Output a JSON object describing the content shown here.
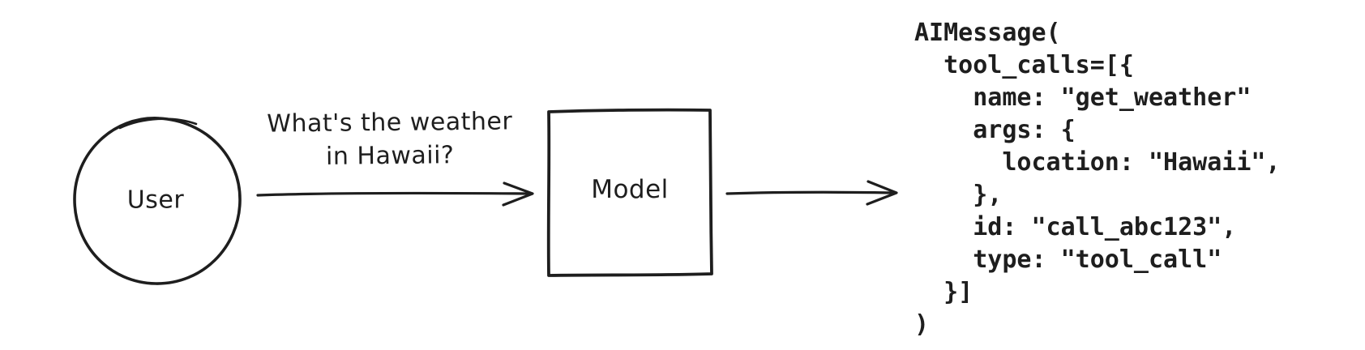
{
  "diagram": {
    "user_node": {
      "label": "User"
    },
    "model_node": {
      "label": "Model"
    },
    "request_arrow": {
      "label_line1": "What's the weather",
      "label_line2": "in Hawaii?"
    },
    "output_code": "AIMessage(\n  tool_calls=[{\n    name: \"get_weather\"\n    args: {\n      location: \"Hawaii\",\n    },\n    id: \"call_abc123\",\n    type: \"tool_call\"\n  }]\n)",
    "colors": {
      "ink": "#1e1e1e",
      "background": "#ffffff"
    }
  }
}
